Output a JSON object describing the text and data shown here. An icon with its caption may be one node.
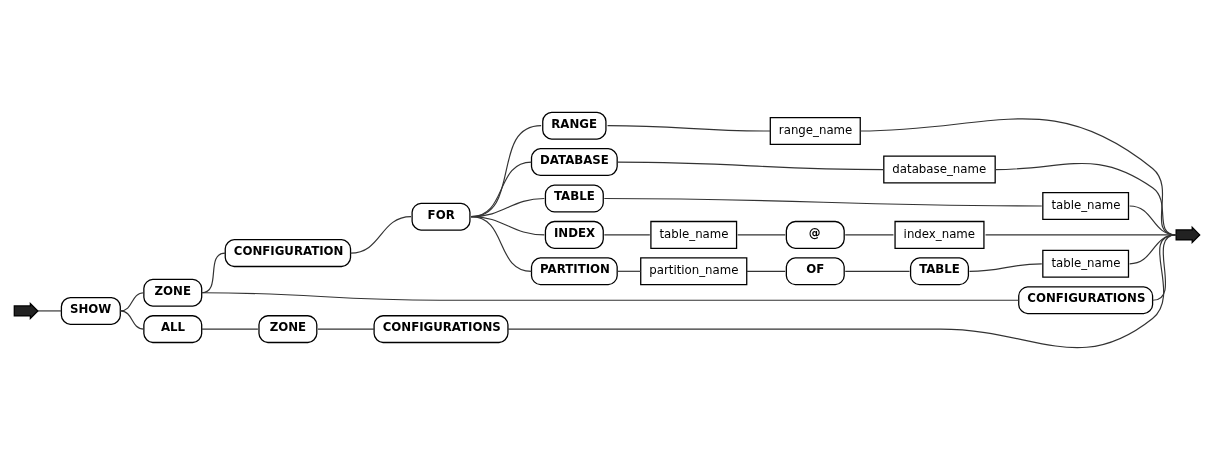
{
  "diagram": {
    "nodes": [
      {
        "text": [],
        "shape": "triangle"
      },
      {
        "text": [
          "SHOW"
        ]
      },
      {
        "text": [
          "ZONE"
        ]
      },
      {
        "text": [
          "CONFIGURATION"
        ]
      },
      {
        "text": [
          "FOR"
        ]
      },
      {
        "text": [
          "RANGE"
        ]
      },
      {
        "text": [
          "range_name"
        ]
      },
      {
        "text": [
          "DATABASE"
        ]
      },
      {
        "text": [
          "database_name"
        ]
      },
      {
        "text": [
          "TABLE"
        ]
      },
      {
        "text": [
          "table_name"
        ]
      },
      {
        "text": [
          "INDEX"
        ]
      },
      {
        "text": [
          "table_name"
        ]
      },
      {
        "text": [
          "@"
        ]
      },
      {
        "text": [
          "index_name"
        ]
      },
      {
        "text": [
          "PARTITION"
        ]
      },
      {
        "text": [
          "partition_name"
        ]
      },
      {
        "text": [
          "OF"
        ]
      },
      {
        "text": [
          "TABLE"
        ]
      },
      {
        "text": [
          "table_name"
        ]
      },
      {
        "text": [
          "CONFIGURATIONS"
        ]
      },
      {
        "text": [
          "ALL"
        ]
      },
      {
        "text": [
          "ZONE"
        ]
      },
      {
        "text": [
          "CONFIGURATIONS"
        ]
      },
      {
        "text": [],
        "shape": "triangle"
      }
    ],
    "edges": [
      {
        "from": 0,
        "to": 1,
        "arrow": "none"
      },
      {
        "from": 1,
        "to": 2,
        "arrow": "none"
      },
      {
        "from": 1,
        "to": 21,
        "arrow": "none"
      },
      {
        "from": 2,
        "to": 3,
        "arrow": "none"
      },
      {
        "from": 2,
        "to": 20,
        "arrow": "none"
      },
      {
        "from": 3,
        "to": 4,
        "arrow": "none"
      },
      {
        "from": 4,
        "to": 5,
        "arrow": "none"
      },
      {
        "from": 4,
        "to": 7,
        "arrow": "none"
      },
      {
        "from": 4,
        "to": 9,
        "arrow": "none"
      },
      {
        "from": 4,
        "to": 11,
        "arrow": "none"
      },
      {
        "from": 4,
        "to": 15,
        "arrow": "none"
      },
      {
        "from": 5,
        "to": 6,
        "arrow": "none"
      },
      {
        "from": 7,
        "to": 8,
        "arrow": "none"
      },
      {
        "from": 9,
        "to": 10,
        "arrow": "none"
      },
      {
        "from": 11,
        "to": 12,
        "arrow": "none"
      },
      {
        "from": 12,
        "to": 13,
        "arrow": "none"
      },
      {
        "from": 13,
        "to": 14,
        "arrow": "none"
      },
      {
        "from": 15,
        "to": 16,
        "arrow": "none"
      },
      {
        "from": 16,
        "to": 17,
        "arrow": "none"
      },
      {
        "from": 17,
        "to": 18,
        "arrow": "none"
      },
      {
        "from": 18,
        "to": 19,
        "arrow": "none"
      },
      {
        "from": 21,
        "to": 22,
        "arrow": "none"
      },
      {
        "from": 22,
        "to": 23,
        "arrow": "none"
      },
      {
        "from": 6,
        "to": 24,
        "arrow": "none"
      },
      {
        "from": 8,
        "to": 24,
        "arrow": "none"
      },
      {
        "from": 10,
        "to": 24,
        "arrow": "none"
      },
      {
        "from": 14,
        "to": 24,
        "arrow": "none"
      },
      {
        "from": 19,
        "to": 24,
        "arrow": "none"
      },
      {
        "from": 20,
        "to": 24,
        "arrow": "none"
      },
      {
        "from": 23,
        "to": 24,
        "arrow": "none"
      }
    ]
  }
}
